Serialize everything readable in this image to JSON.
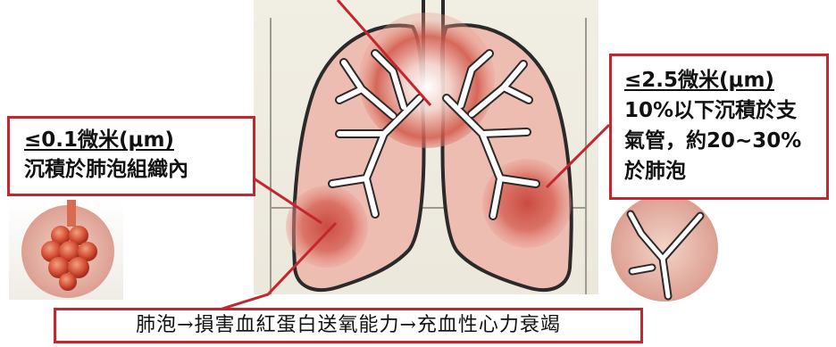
{
  "callouts": {
    "left": {
      "size_label": "≤0.1微米(μm)",
      "description": "沉積於肺泡組織內"
    },
    "right": {
      "size_label": "≤2.5微米(μm)",
      "line1": "10%以下沉積於支",
      "line2": "氣管，約20~30%",
      "line3": "於肺泡"
    }
  },
  "bottom_caption": "肺泡→損害血紅蛋白送氧能力→充血性心力衰竭",
  "colors": {
    "accent_red": "#c4262e",
    "lung_fill": "#eebdb2",
    "deposit_glow": "#d2574a",
    "background_panel": "#efebe1"
  },
  "icons": [
    "lungs-illustration",
    "alveoli-cluster-icon",
    "bronchi-closeup-icon"
  ]
}
